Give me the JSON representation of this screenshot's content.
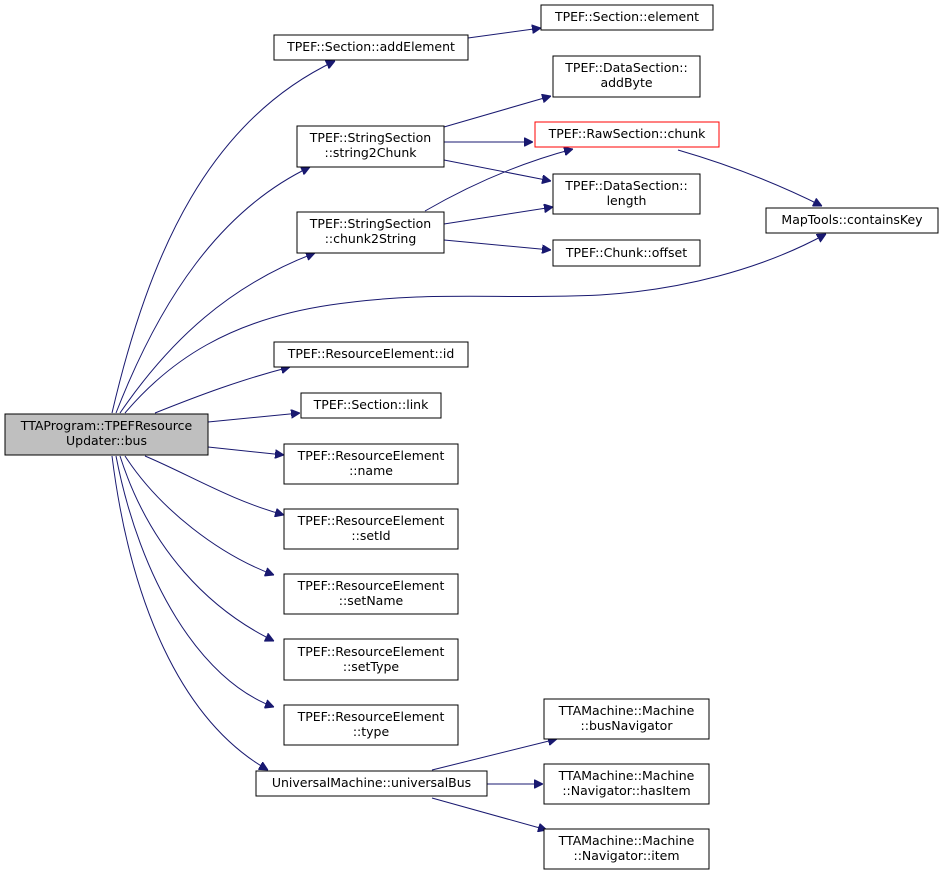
{
  "graph": {
    "root": {
      "line1": "TTAProgram::TPEFResource",
      "line2": "Updater::bus"
    },
    "nodes": {
      "section_addelement": {
        "line1": "TPEF::Section::addElement"
      },
      "section_element": {
        "line1": "TPEF::Section::element"
      },
      "datasection_addbyte": {
        "line1": "TPEF::DataSection::",
        "line2": "addByte"
      },
      "stringsection_string2chunk": {
        "line1": "TPEF::StringSection",
        "line2": "::string2Chunk"
      },
      "rawsection_chunk": {
        "line1": "TPEF::RawSection::chunk"
      },
      "datasection_length": {
        "line1": "TPEF::DataSection::",
        "line2": "length"
      },
      "maptools_containskey": {
        "line1": "MapTools::containsKey"
      },
      "stringsection_chunk2string": {
        "line1": "TPEF::StringSection",
        "line2": "::chunk2String"
      },
      "chunk_offset": {
        "line1": "TPEF::Chunk::offset"
      },
      "resourceelement_id": {
        "line1": "TPEF::ResourceElement::id"
      },
      "section_link": {
        "line1": "TPEF::Section::link"
      },
      "resourceelement_name": {
        "line1": "TPEF::ResourceElement",
        "line2": "::name"
      },
      "resourceelement_setid": {
        "line1": "TPEF::ResourceElement",
        "line2": "::setId"
      },
      "resourceelement_setname": {
        "line1": "TPEF::ResourceElement",
        "line2": "::setName"
      },
      "resourceelement_settype": {
        "line1": "TPEF::ResourceElement",
        "line2": "::setType"
      },
      "resourceelement_type": {
        "line1": "TPEF::ResourceElement",
        "line2": "::type"
      },
      "universalmachine_universalbus": {
        "line1": "UniversalMachine::universalBus"
      },
      "machine_busnavigator": {
        "line1": "TTAMachine::Machine",
        "line2": "::busNavigator"
      },
      "navigator_hasitem": {
        "line1": "TTAMachine::Machine",
        "line2": "::Navigator::hasItem"
      },
      "navigator_item": {
        "line1": "TTAMachine::Machine",
        "line2": "::Navigator::item"
      }
    },
    "colors": {
      "edge": "#191970",
      "root_fill": "#bfbfbf",
      "highlight_border": "#ff0000",
      "node_border": "#000000"
    }
  }
}
